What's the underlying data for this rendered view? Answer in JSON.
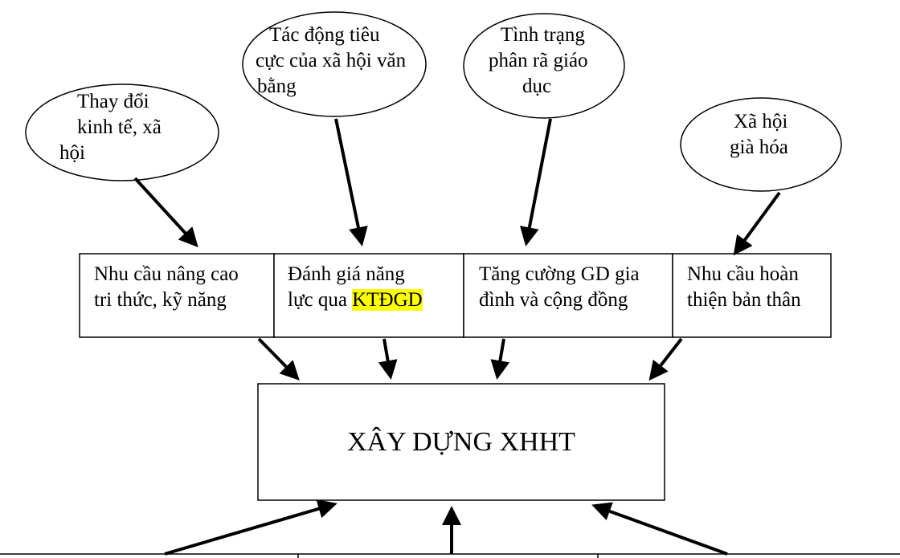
{
  "ellipses": [
    {
      "lines": [
        "Thay đổi",
        "kinh tế, xã",
        "hội"
      ]
    },
    {
      "lines": [
        "Tác động tiêu",
        "cực của xã hội văn",
        "bằng"
      ]
    },
    {
      "lines": [
        "Tình trạng",
        "phân rã giáo",
        "dục"
      ]
    },
    {
      "lines": [
        "Xã hội",
        "già hóa"
      ]
    }
  ],
  "boxes": [
    {
      "lines": [
        "Nhu cầu nâng cao",
        "tri thức, kỹ năng"
      ]
    },
    {
      "line1": "Đánh giá năng",
      "line2_prefix": "lực qua ",
      "line2_highlight": "KTĐGD"
    },
    {
      "lines": [
        "Tăng cường GD gia",
        "đình và cộng đồng"
      ]
    },
    {
      "lines": [
        "Nhu cầu hoàn",
        "thiện bản thân"
      ]
    }
  ],
  "main_box": {
    "label": "XÂY DỰNG XHHT"
  },
  "colors": {
    "highlight": "#ffff00"
  }
}
